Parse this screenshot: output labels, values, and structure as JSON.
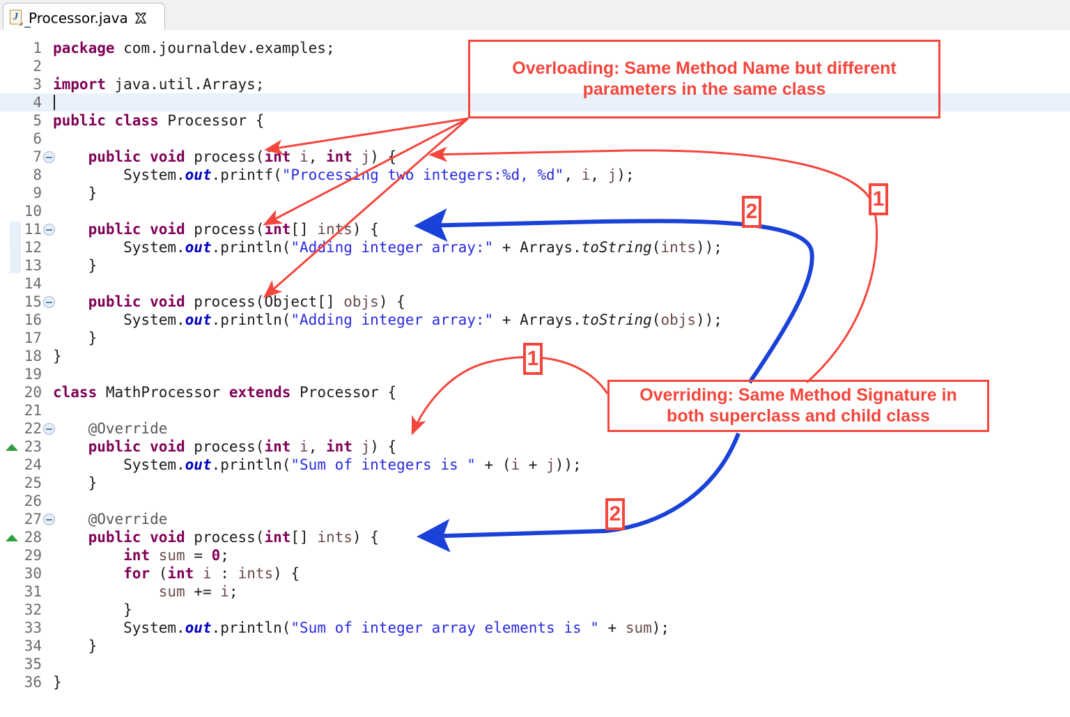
{
  "window": {
    "tab": {
      "filename": "Processor.java",
      "file_icon": "java-file-icon",
      "close_icon": "close-icon"
    }
  },
  "editor": {
    "current_line": 4,
    "highlighted_gutter_lines": [
      11,
      12,
      13
    ],
    "fold_marker_lines": [
      7,
      11,
      15,
      22,
      27
    ],
    "override_marker_lines": [
      23,
      28
    ],
    "lines": [
      {
        "n": "1",
        "tokens": [
          {
            "t": "package ",
            "c": "k"
          },
          {
            "t": "com.journaldev.examples;",
            "c": ""
          }
        ]
      },
      {
        "n": "2",
        "tokens": []
      },
      {
        "n": "3",
        "tokens": [
          {
            "t": "import ",
            "c": "k"
          },
          {
            "t": "java.util.Arrays;",
            "c": ""
          }
        ]
      },
      {
        "n": "4",
        "tokens": []
      },
      {
        "n": "5",
        "tokens": [
          {
            "t": "public class ",
            "c": "k"
          },
          {
            "t": "Processor {",
            "c": ""
          }
        ]
      },
      {
        "n": "6",
        "tokens": []
      },
      {
        "n": "7",
        "tokens": [
          {
            "t": "    ",
            "c": ""
          },
          {
            "t": "public void ",
            "c": "k"
          },
          {
            "t": "process(",
            "c": ""
          },
          {
            "t": "int",
            "c": "k"
          },
          {
            "t": " ",
            "c": ""
          },
          {
            "t": "i",
            "c": "v"
          },
          {
            "t": ", ",
            "c": ""
          },
          {
            "t": "int",
            "c": "k"
          },
          {
            "t": " ",
            "c": ""
          },
          {
            "t": "j",
            "c": "v"
          },
          {
            "t": ") {",
            "c": ""
          }
        ]
      },
      {
        "n": "8",
        "tokens": [
          {
            "t": "        System.",
            "c": ""
          },
          {
            "t": "out",
            "c": "f"
          },
          {
            "t": ".printf(",
            "c": ""
          },
          {
            "t": "\"Processing two integers:%d, %d\"",
            "c": "s"
          },
          {
            "t": ", ",
            "c": ""
          },
          {
            "t": "i",
            "c": "v"
          },
          {
            "t": ", ",
            "c": ""
          },
          {
            "t": "j",
            "c": "v"
          },
          {
            "t": ");",
            "c": ""
          }
        ]
      },
      {
        "n": "9",
        "tokens": [
          {
            "t": "    }",
            "c": ""
          }
        ]
      },
      {
        "n": "10",
        "tokens": []
      },
      {
        "n": "11",
        "tokens": [
          {
            "t": "    ",
            "c": ""
          },
          {
            "t": "public void ",
            "c": "k"
          },
          {
            "t": "process(",
            "c": ""
          },
          {
            "t": "int",
            "c": "k"
          },
          {
            "t": "[] ",
            "c": ""
          },
          {
            "t": "ints",
            "c": "v"
          },
          {
            "t": ") {",
            "c": ""
          }
        ]
      },
      {
        "n": "12",
        "tokens": [
          {
            "t": "        System.",
            "c": ""
          },
          {
            "t": "out",
            "c": "f"
          },
          {
            "t": ".println(",
            "c": ""
          },
          {
            "t": "\"Adding integer array:\"",
            "c": "s"
          },
          {
            "t": " + Arrays.",
            "c": ""
          },
          {
            "t": "toString",
            "c": "m"
          },
          {
            "t": "(",
            "c": ""
          },
          {
            "t": "ints",
            "c": "v"
          },
          {
            "t": "));",
            "c": ""
          }
        ]
      },
      {
        "n": "13",
        "tokens": [
          {
            "t": "    }",
            "c": ""
          }
        ]
      },
      {
        "n": "14",
        "tokens": []
      },
      {
        "n": "15",
        "tokens": [
          {
            "t": "    ",
            "c": ""
          },
          {
            "t": "public void ",
            "c": "k"
          },
          {
            "t": "process(Object[] ",
            "c": ""
          },
          {
            "t": "objs",
            "c": "v"
          },
          {
            "t": ") {",
            "c": ""
          }
        ]
      },
      {
        "n": "16",
        "tokens": [
          {
            "t": "        System.",
            "c": ""
          },
          {
            "t": "out",
            "c": "f"
          },
          {
            "t": ".println(",
            "c": ""
          },
          {
            "t": "\"Adding integer array:\"",
            "c": "s"
          },
          {
            "t": " + Arrays.",
            "c": ""
          },
          {
            "t": "toString",
            "c": "m"
          },
          {
            "t": "(",
            "c": ""
          },
          {
            "t": "objs",
            "c": "v"
          },
          {
            "t": "));",
            "c": ""
          }
        ]
      },
      {
        "n": "17",
        "tokens": [
          {
            "t": "    }",
            "c": ""
          }
        ]
      },
      {
        "n": "18",
        "tokens": [
          {
            "t": "}",
            "c": ""
          }
        ]
      },
      {
        "n": "19",
        "tokens": []
      },
      {
        "n": "20",
        "tokens": [
          {
            "t": "class ",
            "c": "k"
          },
          {
            "t": "MathProcessor ",
            "c": ""
          },
          {
            "t": "extends ",
            "c": "k"
          },
          {
            "t": "Processor {",
            "c": ""
          }
        ]
      },
      {
        "n": "21",
        "tokens": []
      },
      {
        "n": "22",
        "tokens": [
          {
            "t": "    ",
            "c": ""
          },
          {
            "t": "@Override",
            "c": "an"
          }
        ]
      },
      {
        "n": "23",
        "tokens": [
          {
            "t": "    ",
            "c": ""
          },
          {
            "t": "public void ",
            "c": "k"
          },
          {
            "t": "process(",
            "c": ""
          },
          {
            "t": "int",
            "c": "k"
          },
          {
            "t": " ",
            "c": ""
          },
          {
            "t": "i",
            "c": "v"
          },
          {
            "t": ", ",
            "c": ""
          },
          {
            "t": "int",
            "c": "k"
          },
          {
            "t": " ",
            "c": ""
          },
          {
            "t": "j",
            "c": "v"
          },
          {
            "t": ") {",
            "c": ""
          }
        ]
      },
      {
        "n": "24",
        "tokens": [
          {
            "t": "        System.",
            "c": ""
          },
          {
            "t": "out",
            "c": "f"
          },
          {
            "t": ".println(",
            "c": ""
          },
          {
            "t": "\"Sum of integers is \"",
            "c": "s"
          },
          {
            "t": " + (",
            "c": ""
          },
          {
            "t": "i",
            "c": "v"
          },
          {
            "t": " + ",
            "c": ""
          },
          {
            "t": "j",
            "c": "v"
          },
          {
            "t": "));",
            "c": ""
          }
        ]
      },
      {
        "n": "25",
        "tokens": [
          {
            "t": "    }",
            "c": ""
          }
        ]
      },
      {
        "n": "26",
        "tokens": []
      },
      {
        "n": "27",
        "tokens": [
          {
            "t": "    ",
            "c": ""
          },
          {
            "t": "@Override",
            "c": "an"
          }
        ]
      },
      {
        "n": "28",
        "tokens": [
          {
            "t": "    ",
            "c": ""
          },
          {
            "t": "public void ",
            "c": "k"
          },
          {
            "t": "process(",
            "c": ""
          },
          {
            "t": "int",
            "c": "k"
          },
          {
            "t": "[] ",
            "c": ""
          },
          {
            "t": "ints",
            "c": "v"
          },
          {
            "t": ") {",
            "c": ""
          }
        ]
      },
      {
        "n": "29",
        "tokens": [
          {
            "t": "        ",
            "c": ""
          },
          {
            "t": "int",
            "c": "k"
          },
          {
            "t": " ",
            "c": ""
          },
          {
            "t": "sum",
            "c": "v"
          },
          {
            "t": " = ",
            "c": ""
          },
          {
            "t": "0",
            "c": "k"
          },
          {
            "t": ";",
            "c": ""
          }
        ]
      },
      {
        "n": "30",
        "tokens": [
          {
            "t": "        ",
            "c": ""
          },
          {
            "t": "for",
            "c": "k"
          },
          {
            "t": " (",
            "c": ""
          },
          {
            "t": "int",
            "c": "k"
          },
          {
            "t": " ",
            "c": ""
          },
          {
            "t": "i",
            "c": "v"
          },
          {
            "t": " : ",
            "c": ""
          },
          {
            "t": "ints",
            "c": "v"
          },
          {
            "t": ") {",
            "c": ""
          }
        ]
      },
      {
        "n": "31",
        "tokens": [
          {
            "t": "            ",
            "c": ""
          },
          {
            "t": "sum",
            "c": "v"
          },
          {
            "t": " += ",
            "c": ""
          },
          {
            "t": "i",
            "c": "v"
          },
          {
            "t": ";",
            "c": ""
          }
        ]
      },
      {
        "n": "32",
        "tokens": [
          {
            "t": "        }",
            "c": ""
          }
        ]
      },
      {
        "n": "33",
        "tokens": [
          {
            "t": "        System.",
            "c": ""
          },
          {
            "t": "out",
            "c": "f"
          },
          {
            "t": ".println(",
            "c": ""
          },
          {
            "t": "\"Sum of integer array elements is \"",
            "c": "s"
          },
          {
            "t": " + ",
            "c": ""
          },
          {
            "t": "sum",
            "c": "v"
          },
          {
            "t": ");",
            "c": ""
          }
        ]
      },
      {
        "n": "34",
        "tokens": [
          {
            "t": "    }",
            "c": ""
          }
        ]
      },
      {
        "n": "35",
        "tokens": []
      },
      {
        "n": "36",
        "tokens": [
          {
            "t": "}",
            "c": ""
          }
        ]
      }
    ]
  },
  "annotations": {
    "accent_red": "#f4463c",
    "accent_blue": "#1a41d8",
    "overloading_note": {
      "line1": "Overloading: Same Method Name but different",
      "line2": "parameters in the same class"
    },
    "overriding_note": {
      "line1": "Overriding: Same Method Signature in",
      "line2": "both superclass and child class"
    },
    "badges": [
      {
        "label": "1",
        "name": "badge-1-overloading-upper"
      },
      {
        "label": "2",
        "name": "badge-2-overriding-upper"
      },
      {
        "label": "1",
        "name": "badge-1-overloading-lower"
      },
      {
        "label": "2",
        "name": "badge-2-overriding-lower"
      }
    ]
  }
}
